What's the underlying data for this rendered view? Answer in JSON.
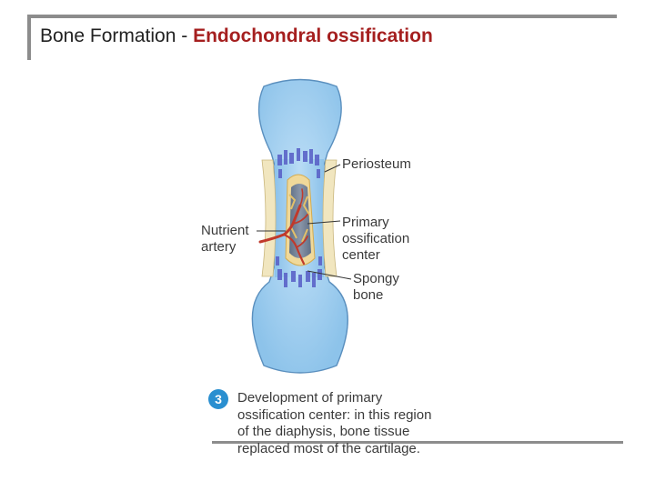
{
  "title": {
    "main": "Bone Formation - ",
    "sub": "Endochondral ossification"
  },
  "labels": {
    "periosteum": "Periosteum",
    "nutrient_artery": "Nutrient\nartery",
    "primary_center": "Primary\nossification\ncenter",
    "spongy_bone": "Spongy\nbone"
  },
  "step": {
    "number": "3",
    "caption": "Development of primary\nossification center: in this region\nof the diaphysis, bone tissue\nreplaced most of the cartilage."
  },
  "colors": {
    "cartilage": "#a9d3f2",
    "periosteum": "#f1e6bf",
    "artery": "#c0392b",
    "badge": "#2a8fd0",
    "title_accent": "#a51f1f"
  }
}
